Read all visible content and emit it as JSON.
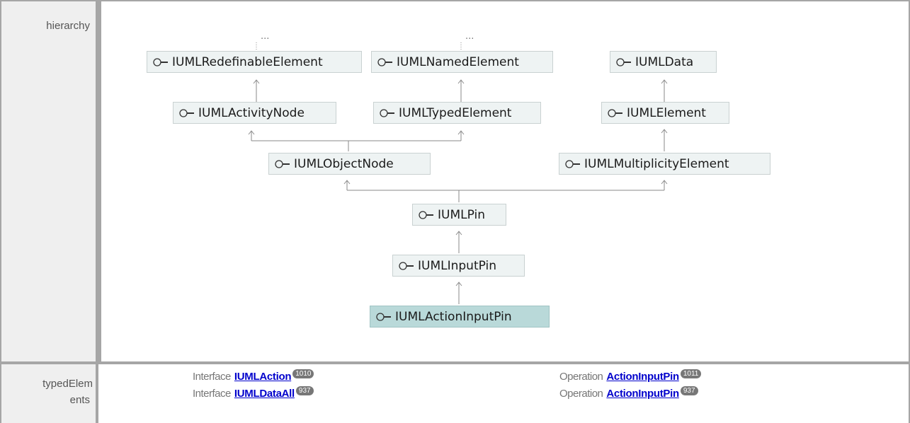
{
  "labels": {
    "hierarchy": "hierarchy",
    "typed_1": "typedElem",
    "typed_2": "ents"
  },
  "hierarchy": {
    "more_1": "...",
    "more_2": "...",
    "nodes": {
      "redefinable": "IUMLRedefinableElement",
      "named": "IUMLNamedElement",
      "data": "IUMLData",
      "activity": "IUMLActivityNode",
      "typed": "IUMLTypedElement",
      "element": "IUMLElement",
      "object": "IUMLObjectNode",
      "multiplicity": "IUMLMultiplicityElement",
      "pin": "IUMLPin",
      "inputpin": "IUMLInputPin",
      "actioninputpin": "IUMLActionInputPin"
    },
    "selected": "IUMLActionInputPin"
  },
  "typed_elements": [
    {
      "kind": "Interface",
      "name": "IUMLAction",
      "count": "1010"
    },
    {
      "kind": "Operation",
      "name": "ActionInputPin",
      "count": "1011"
    },
    {
      "kind": "Interface",
      "name": "IUMLDataAll",
      "count": "937"
    },
    {
      "kind": "Operation",
      "name": "ActionInputPin",
      "count": "937"
    }
  ],
  "icons": {
    "interface": "interface-lollipop-icon"
  }
}
